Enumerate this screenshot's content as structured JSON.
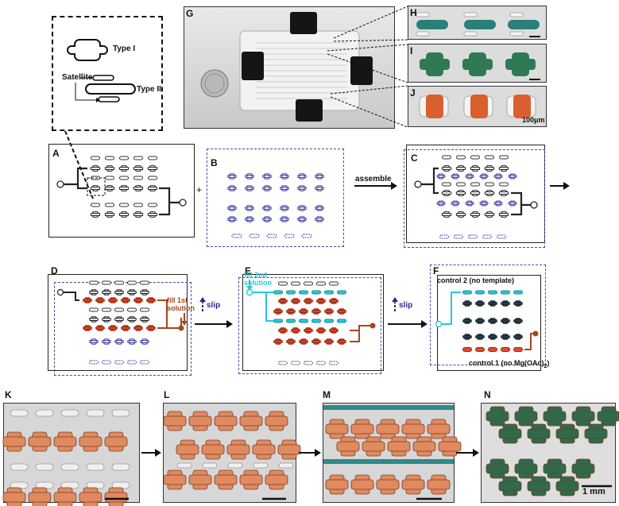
{
  "labels": {
    "A": "A",
    "B": "B",
    "C": "C",
    "D": "D",
    "E": "E",
    "F": "F",
    "G": "G",
    "H": "H",
    "I": "I",
    "J": "J",
    "K": "K",
    "L": "L",
    "M": "M",
    "N": "N"
  },
  "legend": {
    "type1": "Type I",
    "satellite": "Satellite",
    "type2": "Type II"
  },
  "steps": {
    "plus": "+",
    "assemble": "assemble",
    "fill1": "fill 1st solution",
    "fill1_l1": "fill 1st",
    "fill1_l2": "solution",
    "fill2_l1": "fill 2nd",
    "fill2_l2": "solution",
    "slip1": "slip",
    "slip2": "slip",
    "control2": "control 2 (no template)",
    "control1_pre": "control 1 (no Mg(OAc)",
    "control1_sub": "2",
    "control1_post": ")"
  },
  "scalebars": {
    "j": "100μm",
    "n": "1 mm"
  },
  "colors": {
    "green": "#2f6e52",
    "teal": "#1f8a8a",
    "orange": "#d9622b",
    "red_fill": "#e04a2a",
    "blue_dash": "#4a4aa8",
    "cyan": "#28c8d8",
    "brown": "#a8461c",
    "navy": "#2a2a8a"
  }
}
